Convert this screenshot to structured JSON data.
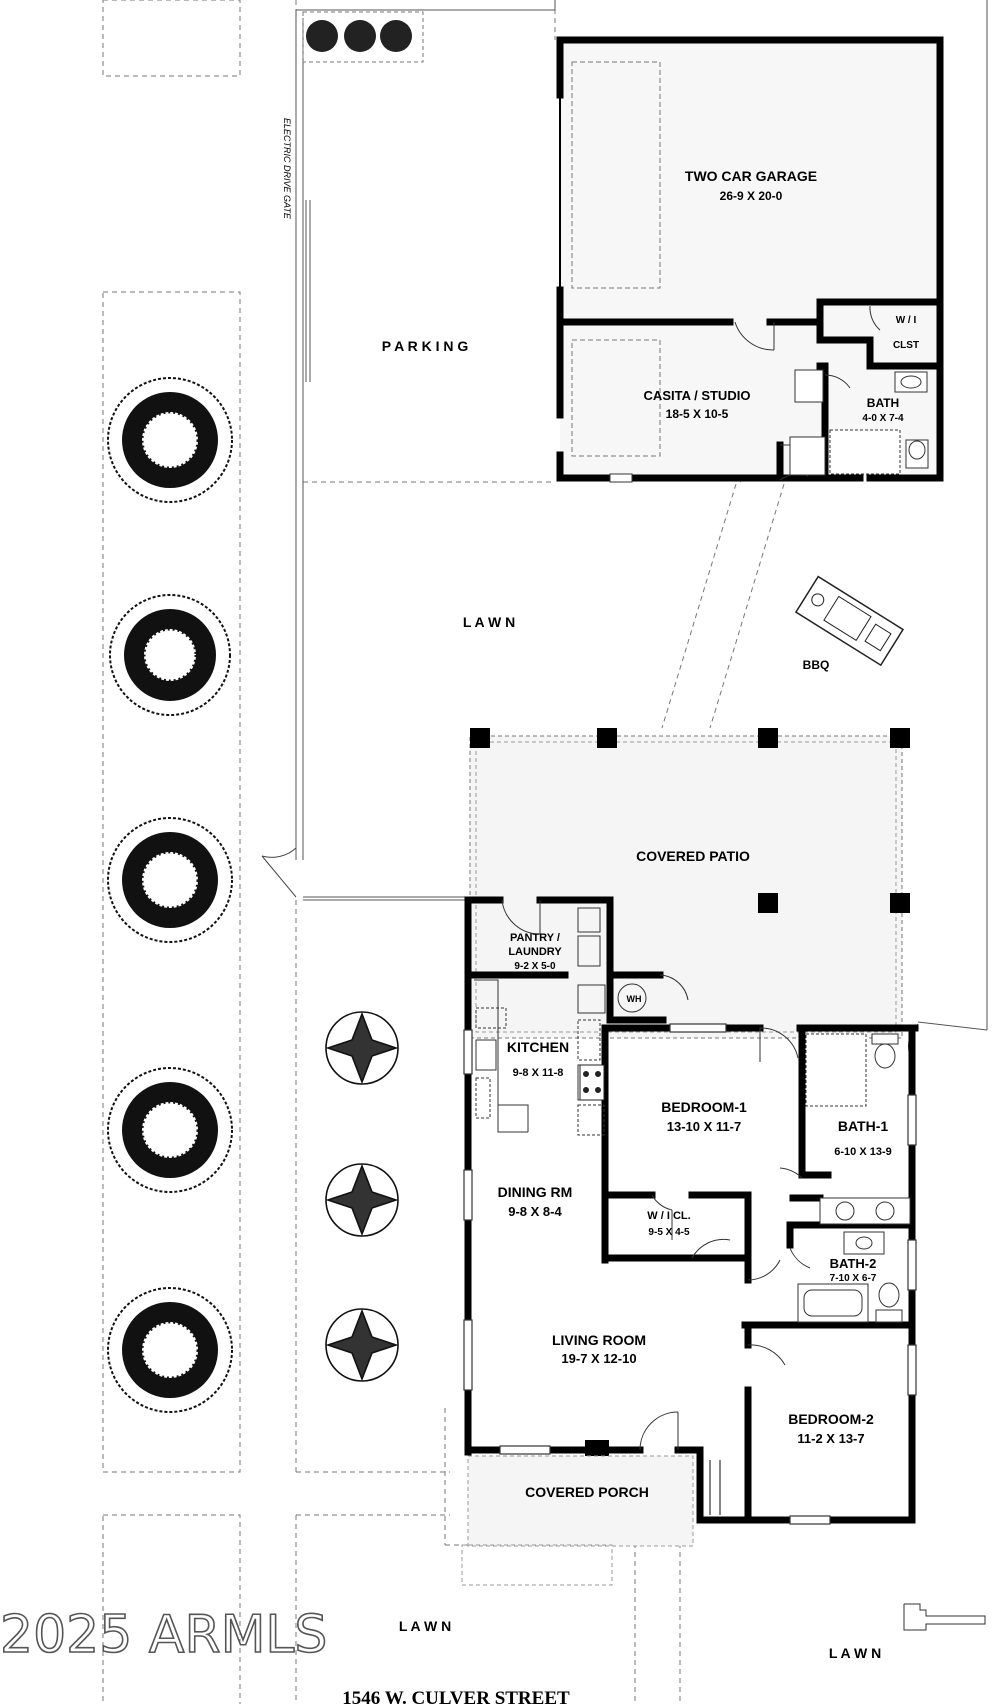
{
  "rooms": {
    "garage": {
      "name": "TWO CAR GARAGE",
      "dims": "26-9  X  20-0"
    },
    "wicl_top": {
      "name": "W / I",
      "sub": "CLST"
    },
    "casita": {
      "name": "CASITA / STUDIO",
      "dims": "18-5  X  10-5"
    },
    "bath": {
      "name": "BATH",
      "dims": "4-0 X 7-4"
    },
    "patio": {
      "name": "COVERED PATIO"
    },
    "pantry": {
      "name1": "PANTRY /",
      "name2": "LAUNDRY",
      "dims": "9-2 X 5-0"
    },
    "wh": {
      "name": "WH"
    },
    "kitchen": {
      "name": "KITCHEN",
      "dims": "9-8 X 11-8"
    },
    "bedroom1": {
      "name": "BEDROOM-1",
      "dims": "13-10 X 11-7"
    },
    "bath1": {
      "name": "BATH-1",
      "dims": "6-10 X 13-9"
    },
    "dining": {
      "name": "DINING RM",
      "dims": "9-8  X  8-4"
    },
    "wicl": {
      "name": "W / I  CL.",
      "dims": "9-5 X 4-5"
    },
    "bath2": {
      "name": "BATH-2",
      "dims": "7-10 X 6-7"
    },
    "living": {
      "name": "LIVING ROOM",
      "dims": "19-7  X  12-10"
    },
    "bedroom2": {
      "name": "BEDROOM-2",
      "dims": "11-2  X  13-7"
    },
    "porch": {
      "name": "COVERED PORCH"
    }
  },
  "site": {
    "parking": "P A R K I N G",
    "lawn_mid": "L  A  W  N",
    "lawn_bottom_left": "L  A  W  N",
    "lawn_bottom_right": "L  A  W  N",
    "bbq": "BBQ",
    "gate": "ELECTRIC DRIVE GATE"
  },
  "street": "1546 W. CULVER STREET",
  "watermark": "2025 ARMLS"
}
